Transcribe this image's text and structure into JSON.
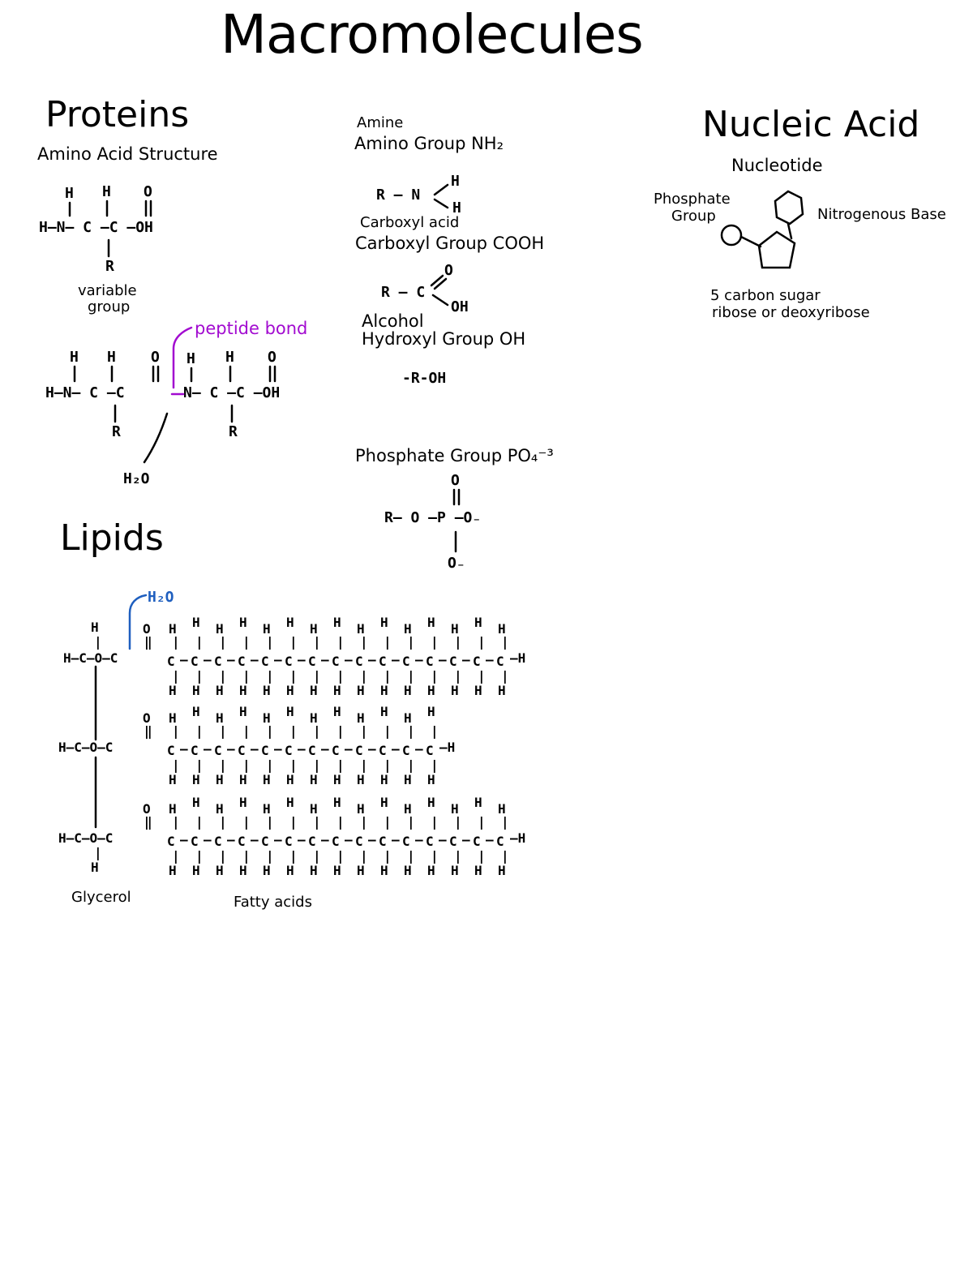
{
  "title": "Macromolecules",
  "proteins": {
    "heading": "Proteins",
    "amino_acid_structure": "Amino Acid Structure",
    "variable_group": [
      "variable",
      "group"
    ],
    "peptide_bond": "peptide bond",
    "water": "H₂O"
  },
  "functional_groups": {
    "amine": "Amine",
    "amino_group": "Amino Group  NH₂",
    "carboxyl_acid": "Carboxyl acid",
    "carboxyl_group": "Carboxyl Group  COOH",
    "alcohol": "Alcohol",
    "hydroxyl_group": "Hydroxyl Group  OH",
    "hydroxyl_formula": "-R-OH",
    "phosphate_group": "Phosphate Group  PO₄⁻³"
  },
  "nucleic_acid": {
    "heading": "Nucleic Acid",
    "nucleotide": "Nucleotide",
    "phosphate_group": [
      "Phosphate",
      "Group"
    ],
    "nitrogenous_base": "Nitrogenous Base",
    "sugar": [
      "5 carbon sugar",
      "ribose or deoxyribose"
    ]
  },
  "lipids": {
    "heading": "Lipids",
    "water": "H₂O",
    "glycerol": "Glycerol",
    "fatty_acids": "Fatty acids"
  },
  "colors": {
    "ink": "#000000",
    "peptide": "#a20bd0",
    "water_blue": "#1f5fbf"
  }
}
